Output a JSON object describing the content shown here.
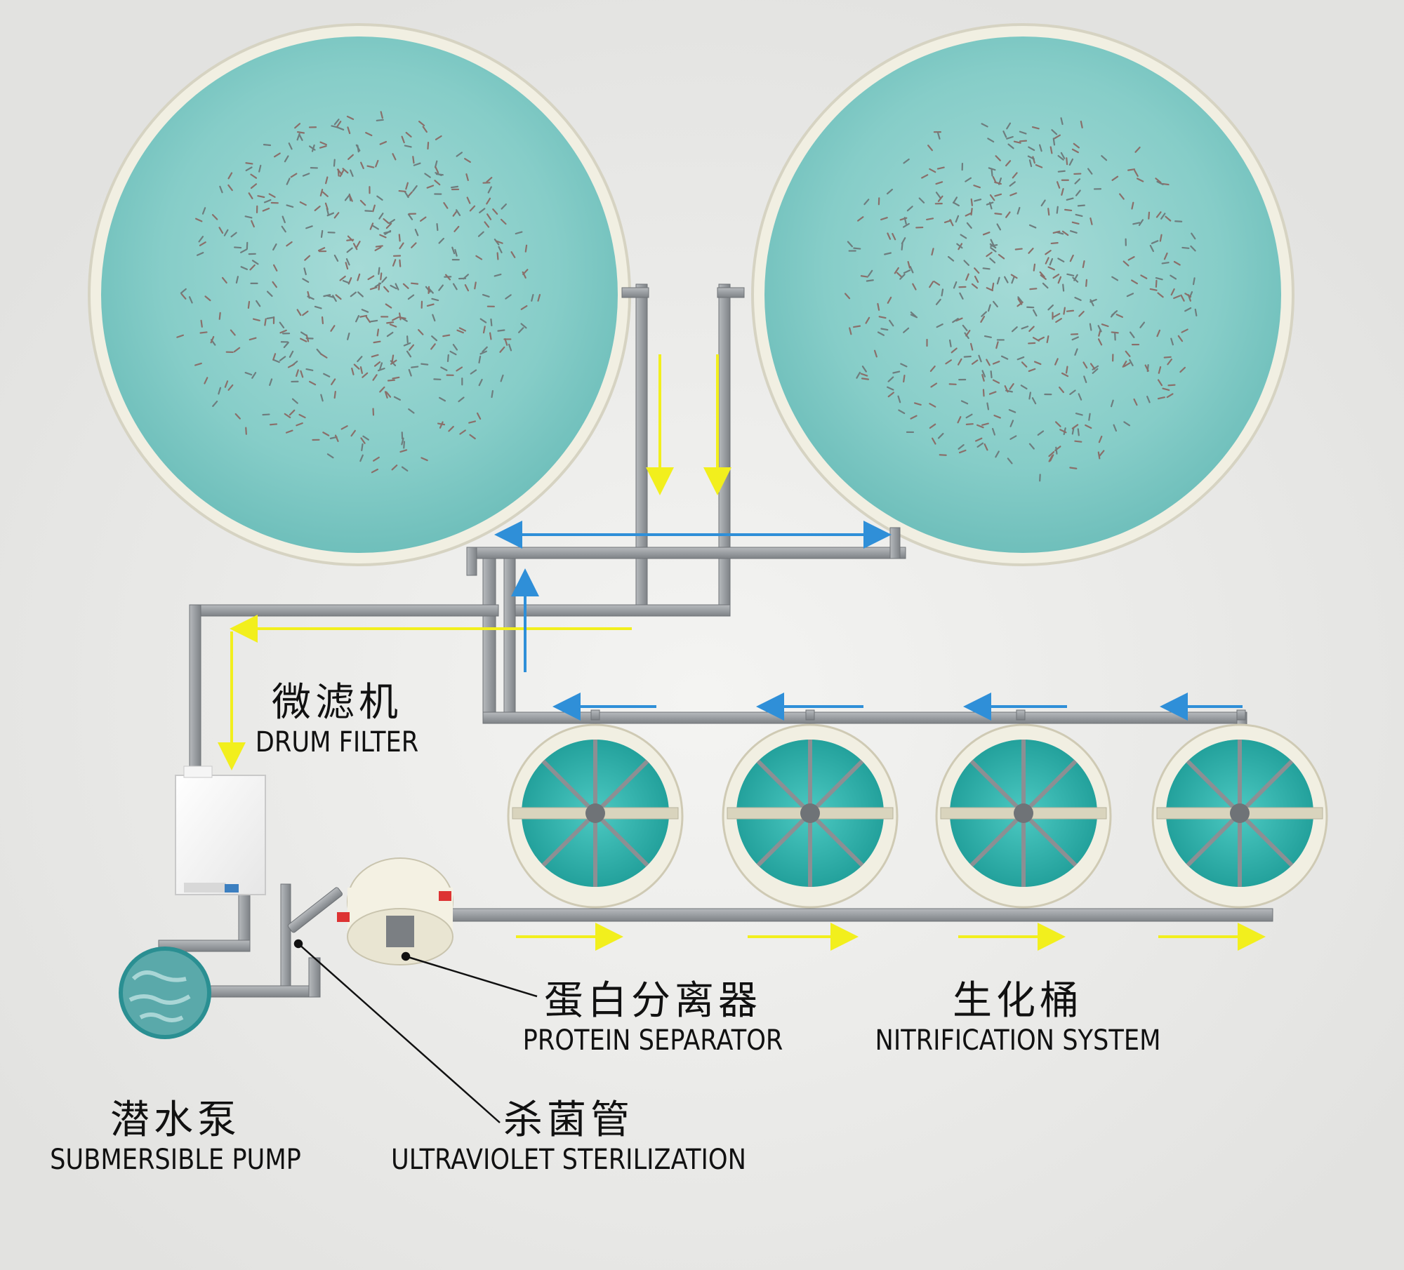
{
  "labels": {
    "drum_filter": {
      "zh": "微滤机",
      "en": "DRUM FILTER"
    },
    "protein_separator": {
      "zh": "蛋白分离器",
      "en": "PROTEIN SEPARATOR"
    },
    "nitrification_system": {
      "zh": "生化桶",
      "en": "NITRIFICATION SYSTEM"
    },
    "submersible_pump": {
      "zh": "潜水泵",
      "en": "SUBMERSIBLE PUMP"
    },
    "uv_sterilization": {
      "zh": "杀菌管",
      "en": "ULTRAVIOLET STERILIZATION"
    }
  },
  "colors": {
    "background": "#e9e9e7",
    "water": "#86cdc8",
    "tank_rim": "#f1efe2",
    "pipe": "#9a9ea2",
    "flow_yellow": "#f2ef1d",
    "flow_blue": "#2f8fd8",
    "bio_media": "#2fb2ad"
  }
}
